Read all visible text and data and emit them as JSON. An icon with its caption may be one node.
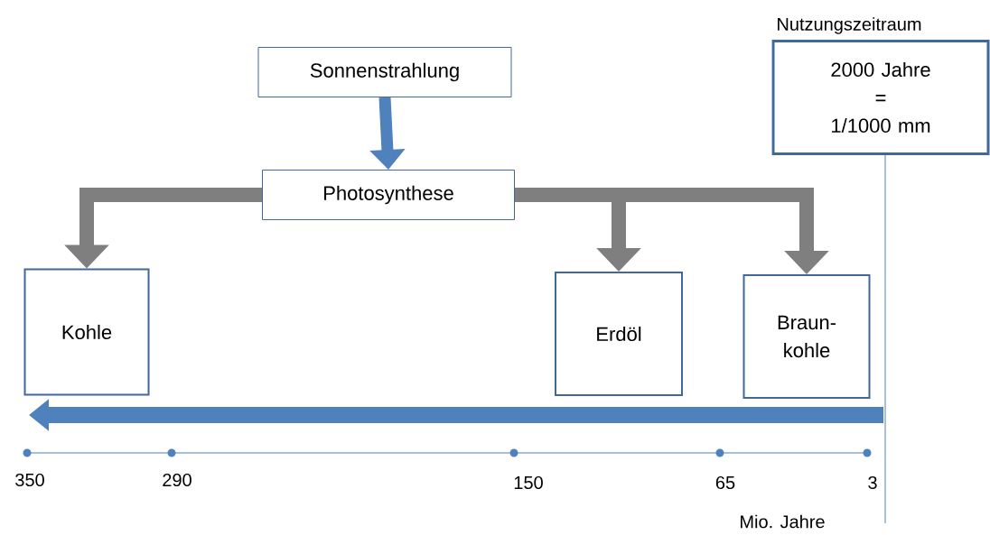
{
  "diagram": {
    "nodes": [
      {
        "text": [
          "Sonnenstrahlung"
        ]
      },
      {
        "text": [
          "Photosynthese"
        ]
      },
      {
        "text": [
          "Kohle"
        ]
      },
      {
        "text": [
          "Erdöl"
        ]
      },
      {
        "text": [
          "Braun- kohle"
        ]
      },
      {
        "text": [
          "Nutzungszeitraum",
          "2000 Jahre",
          "=",
          "1/1000 mm"
        ]
      }
    ],
    "edges": [
      {
        "from": 0,
        "to": 1,
        "arrow": "to",
        "color": "#4f81bd"
      },
      {
        "from": 1,
        "to": 2,
        "arrow": "to"
      },
      {
        "from": 1,
        "to": 3,
        "arrow": "to"
      },
      {
        "from": 1,
        "to": 4,
        "arrow": "to"
      },
      {
        "from": 5,
        "to": null,
        "arrow": "none",
        "color": "#4f81bd"
      }
    ],
    "labels": [
      "350",
      "290",
      "150",
      "65",
      "3",
      "Mio. Jahre"
    ]
  }
}
